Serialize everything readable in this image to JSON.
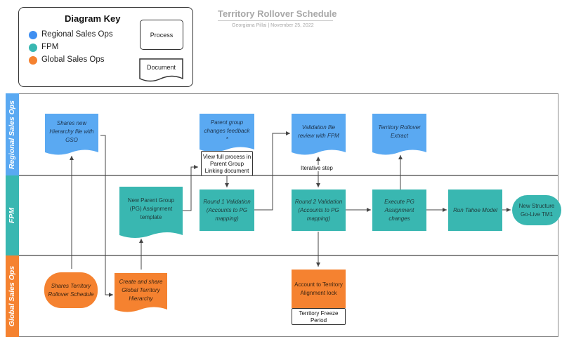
{
  "header": {
    "title": "Territory Rollover Schedule",
    "subtitle": "Georgiana Pillai  |  November 25, 2022"
  },
  "key": {
    "title": "Diagram Key",
    "items": [
      {
        "label": "Regional Sales Ops",
        "color": "#3f8ff1"
      },
      {
        "label": "FPM",
        "color": "#39b7b1"
      },
      {
        "label": "Global Sales Ops",
        "color": "#f58230"
      }
    ],
    "process_label": "Process",
    "document_label": "Document"
  },
  "lanes": [
    {
      "label": "Regional Sales Ops",
      "color": "#5aa9f2"
    },
    {
      "label": "FPM",
      "color": "#39b7b1"
    },
    {
      "label": "Global Sales Ops",
      "color": "#f58230"
    }
  ],
  "nodes": {
    "shares_hierarchy": "Shares new Hierarchy file with GSO",
    "parent_group_feedback": "Parent group changes feedback *",
    "validation_review": "Validation file review with FPM",
    "territory_extract": "Territory Rollover Extract",
    "pg_template": "New Parent Group (PG) Assignment template",
    "round1": "Round 1 Validation (Accounts to PG mapping)",
    "round2": "Round 2 Validation (Accounts to PG mapping)",
    "execute_pg": "Execute PG Assignment changes",
    "run_tahoe": "Run Tahoe Model",
    "go_live": "New Structure Go-Live TM1",
    "shares_schedule": "Shares Territory Rollover Schedule",
    "create_hierarchy": "Create and share Global Territory Hierarchy",
    "alignment_lock": "Account to Territory Alignment lock"
  },
  "notes": {
    "view_process": "View full process in Parent Group Linking document",
    "iterative": "Iterative step",
    "freeze": "Territory Freeze Period"
  }
}
